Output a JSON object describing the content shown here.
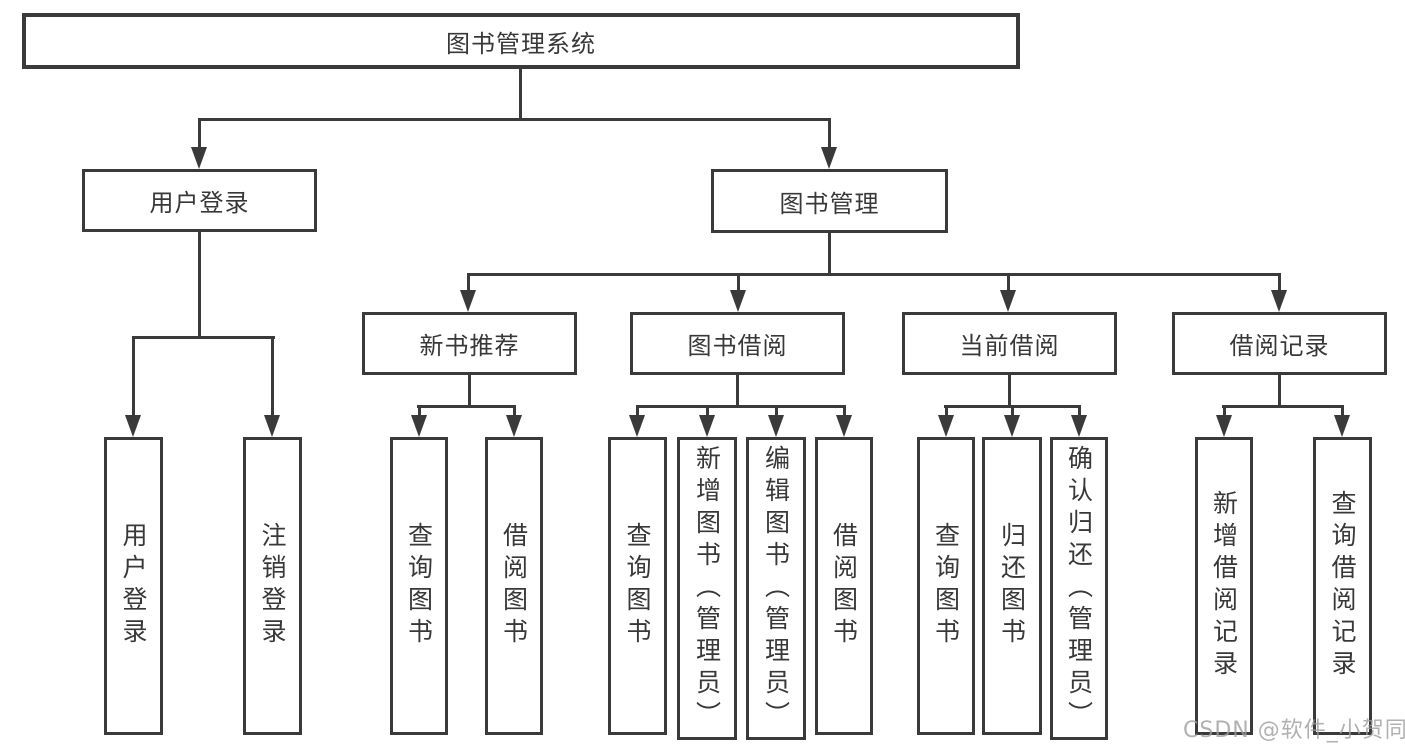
{
  "diagram": {
    "root": {
      "label": "图书管理系统"
    },
    "branches": [
      {
        "label": "用户登录",
        "children": [
          {
            "label": "用户登录"
          },
          {
            "label": "注销登录"
          }
        ]
      },
      {
        "label": "图书管理",
        "sections": [
          {
            "label": "新书推荐",
            "children": [
              {
                "label": "查询图书"
              },
              {
                "label": "借阅图书"
              }
            ]
          },
          {
            "label": "图书借阅",
            "children": [
              {
                "label": "查询图书"
              },
              {
                "label": "新增图书（管理员）"
              },
              {
                "label": "编辑图书（管理员）"
              },
              {
                "label": "借阅图书"
              }
            ]
          },
          {
            "label": "当前借阅",
            "children": [
              {
                "label": "查询图书"
              },
              {
                "label": "归还图书"
              },
              {
                "label": "确认归还（管理员）"
              }
            ]
          },
          {
            "label": "借阅记录",
            "children": [
              {
                "label": "新增借阅记录"
              },
              {
                "label": "查询借阅记录"
              }
            ]
          }
        ]
      }
    ]
  },
  "watermark": {
    "text": "CSDN @软件_小贺同学"
  },
  "colors": {
    "line": "#3a3a3a",
    "text": "#383838",
    "background": "#ffffff",
    "watermark": "#9e9e9e"
  }
}
